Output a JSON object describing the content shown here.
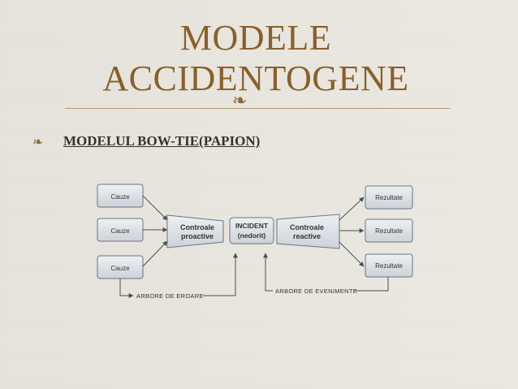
{
  "title": {
    "line1": "MODELE",
    "line2": "ACCIDENTOGENE"
  },
  "bullet": {
    "icon": "ornament-icon",
    "text": "MODELUL BOW-TIE(PAPION)"
  },
  "diagram": {
    "causes": [
      "Cauze",
      "Cauze",
      "Cauze"
    ],
    "results": [
      "Rezultate",
      "Rezultate",
      "Rezultate"
    ],
    "proactive": [
      "Controale",
      "proactive"
    ],
    "incident": [
      "INCIDENT",
      "(nedorit)"
    ],
    "reactive": [
      "Controale",
      "reactive"
    ],
    "fault_tree": "ARBORE DE EROARE",
    "event_tree": "ARBORE DE EVENIMENTE"
  },
  "colors": {
    "title": "#8a5f2a",
    "box_fill": "#d9dde3",
    "box_stroke": "#6a7483",
    "arrow": "#4a4f57"
  }
}
